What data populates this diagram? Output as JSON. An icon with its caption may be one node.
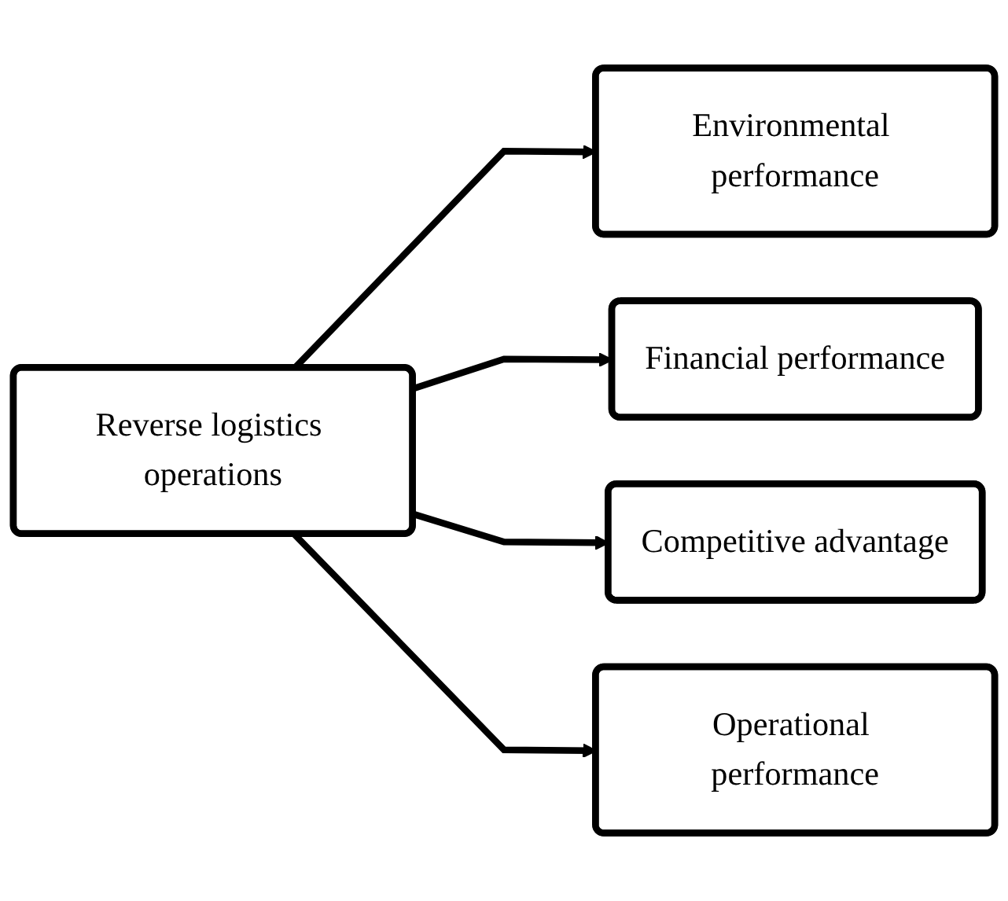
{
  "diagram": {
    "nodes": [
      {
        "text": [
          "Reverse logistics operations"
        ]
      },
      {
        "text": [
          "Environmental performance"
        ]
      },
      {
        "text": [
          "Financial performance"
        ]
      },
      {
        "text": [
          "Competitive advantage"
        ]
      },
      {
        "text": [
          "Operational performance"
        ]
      }
    ],
    "edges": [
      {
        "from": 0,
        "to": 1,
        "arrow": "to"
      },
      {
        "from": 0,
        "to": 2,
        "arrow": "to"
      },
      {
        "from": 0,
        "to": 3,
        "arrow": "to"
      },
      {
        "from": 0,
        "to": 4,
        "arrow": "to"
      }
    ]
  }
}
